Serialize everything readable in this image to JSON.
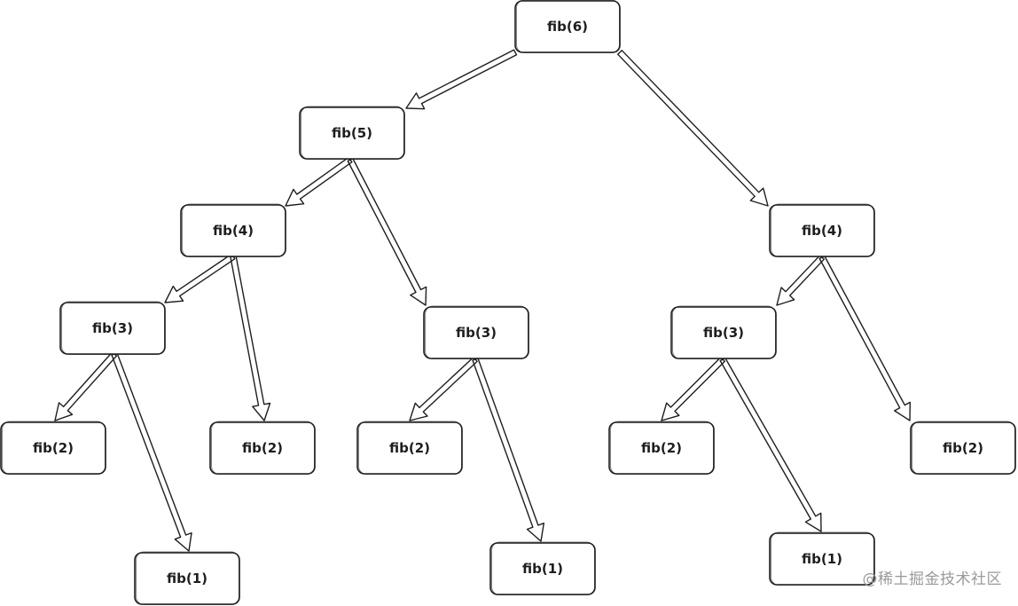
{
  "diagram": {
    "nodes": [
      {
        "id": "n6",
        "label": "fib(6)"
      },
      {
        "id": "n5",
        "label": "fib(5)"
      },
      {
        "id": "n4a",
        "label": "fib(4)"
      },
      {
        "id": "n3a",
        "label": "fib(3)"
      },
      {
        "id": "n2a",
        "label": "fib(2)"
      },
      {
        "id": "n1a",
        "label": "fib(1)"
      },
      {
        "id": "n2b",
        "label": "fib(2)"
      },
      {
        "id": "n3b",
        "label": "fib(3)"
      },
      {
        "id": "n2c",
        "label": "fib(2)"
      },
      {
        "id": "n1b",
        "label": "fib(1)"
      },
      {
        "id": "n4b",
        "label": "fib(4)"
      },
      {
        "id": "n3c",
        "label": "fib(3)"
      },
      {
        "id": "n2d",
        "label": "fib(2)"
      },
      {
        "id": "n1c",
        "label": "fib(1)"
      },
      {
        "id": "n2e",
        "label": "fib(2)"
      }
    ],
    "edges": [
      {
        "from": "n6",
        "to": "n5"
      },
      {
        "from": "n6",
        "to": "n4b"
      },
      {
        "from": "n5",
        "to": "n4a"
      },
      {
        "from": "n5",
        "to": "n3b"
      },
      {
        "from": "n4a",
        "to": "n3a"
      },
      {
        "from": "n4a",
        "to": "n2b"
      },
      {
        "from": "n3a",
        "to": "n2a"
      },
      {
        "from": "n3a",
        "to": "n1a"
      },
      {
        "from": "n3b",
        "to": "n2c"
      },
      {
        "from": "n3b",
        "to": "n1b"
      },
      {
        "from": "n4b",
        "to": "n3c"
      },
      {
        "from": "n4b",
        "to": "n2e"
      },
      {
        "from": "n3c",
        "to": "n2d"
      },
      {
        "from": "n3c",
        "to": "n1c"
      }
    ]
  },
  "watermark": "@稀土掘金技术社区"
}
